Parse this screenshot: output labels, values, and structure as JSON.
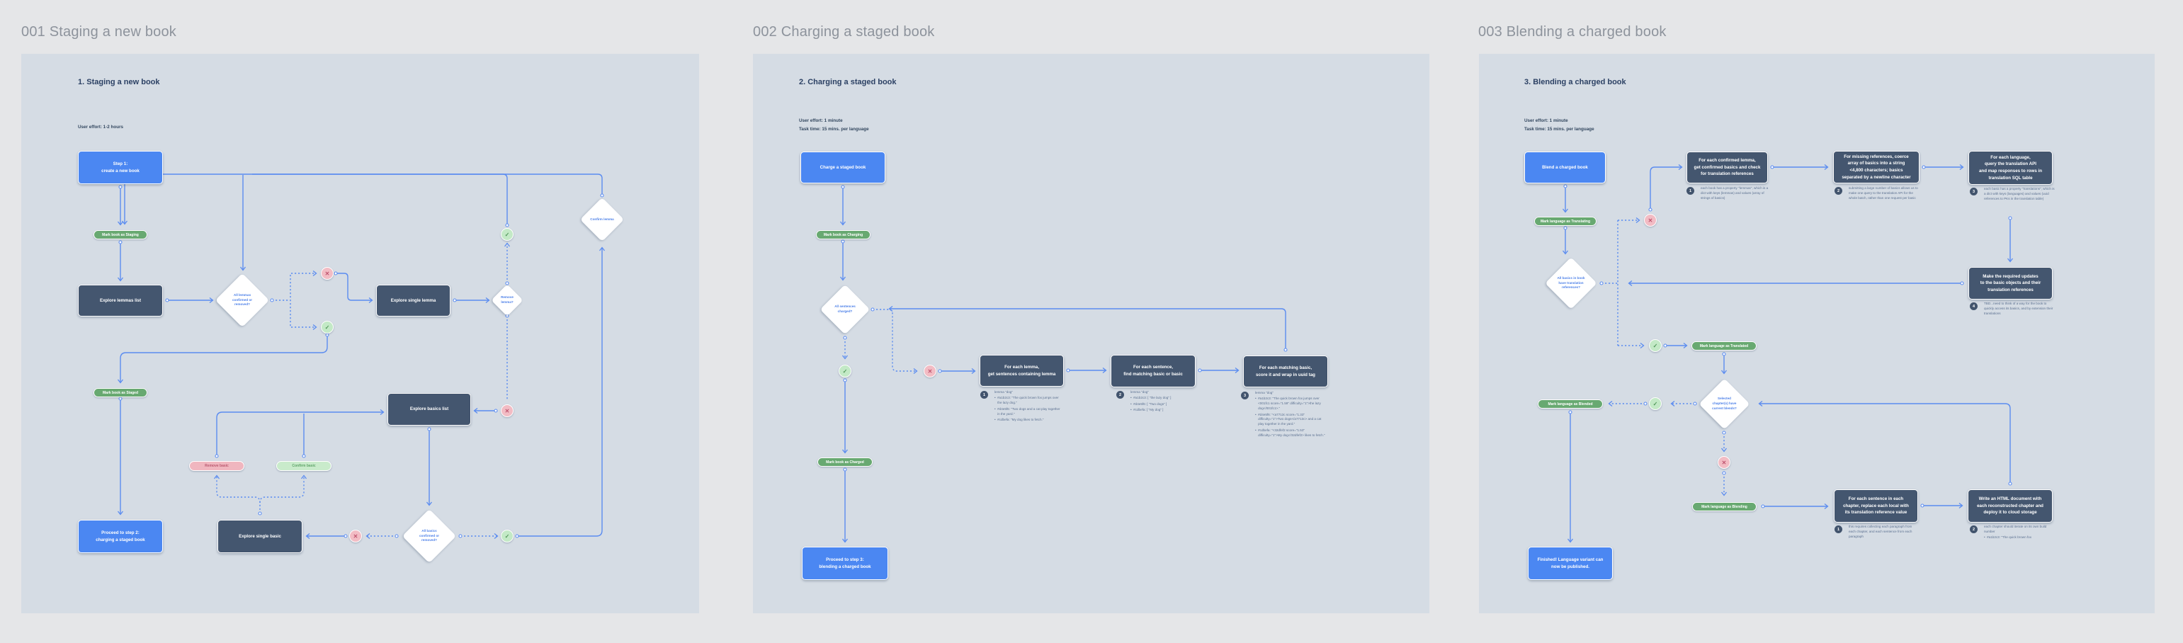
{
  "icons": {
    "check": "✓",
    "cross": "✕"
  },
  "colors": {
    "page_bg": "#e5e6e8",
    "canvas_bg": "#d5dce4",
    "accent_blue": "#4b87f2",
    "node_dark": "#44566f",
    "pill_green": "#68a971",
    "pill_pink": "#f0b6bf",
    "pill_lightgreen": "#c9ebcb",
    "connector_blue": "#5b8cf0",
    "diamond_text": "#4b7fe8",
    "fail_badge": "#f2bcc4",
    "pass_badge": "#c3e9c6",
    "title_gray": "#8d939c"
  },
  "sections": [
    {
      "title": "001 Staging a new book",
      "heading": "1. Staging a new book",
      "meta1": "User effort: 1-2 hours",
      "nodes": {
        "start": "Step 1:\ncreate a new book",
        "pill_staging": "Mark book as Staging",
        "explore_lemmas": "Explore lemmas list",
        "d_lemmas": "All lemmas\nconfirmed or\nremoved?",
        "explore_single_lemma": "Explore single lemma",
        "d_remove": "Remove\nlemma?",
        "d_confirm": "Confirm lemma",
        "explore_basics": "Explore basics list",
        "pill_staged": "Mark book as Staged",
        "pill_remove_basic": "Remove basic",
        "pill_confirm_basic": "Confirm basic",
        "explore_single_basic": "Explore single basic",
        "d_basics": "All basics\nconfirmed or\nremoved?",
        "proceed": "Proceed to step 2:\ncharging a staged book"
      }
    },
    {
      "title": "002 Charging a staged book",
      "heading": "2. Charging a staged book",
      "meta1": "User effort: 1 minute",
      "meta2": "Task time: 15 mins. per language",
      "nodes": {
        "start": "Charge a staged book",
        "pill_charging": "Mark book as Charging",
        "d_sentences": "All sentences\ncharged?",
        "box1": "For each lemma,\nget sentences containing lemma",
        "box2": "For each sentence,\nfind matching basic or basic",
        "box3": "For each matching basic,\nscore it and wrap in uuid tag",
        "pill_charged": "Mark book as Charged",
        "proceed": "Proceed to step 3:\nblending a charged book"
      },
      "notes": [
        {
          "num": "1",
          "intro": "lemma \"dog\"",
          "bullets": [
            "#a1b2c3: \"The quick brown fox jumps over the lazy dog.\"",
            "#d4e5f6: \"Two dogs and a cat play together in the yard.\"",
            "#cdbefa: \"My dog likes to fetch.\""
          ]
        },
        {
          "num": "2",
          "intro": "lemma \"dog\"",
          "bullets": [
            "#a1b2c3: [ \"the lazy dog\" ]",
            "#d4e5f6: [ \"Two dogs\" ]",
            "#cdbefa: [ \"My dog\" ]"
          ]
        },
        {
          "num": "3",
          "intro": "lemma \"dog\"",
          "bullets": [
            "#a1b2c3: \"The quick brown fox jumps over <001fc1 score=\"1.59\" difficulty=\"1\">the lazy dog</001fc1>.\"",
            "#d4e5f6: \"<a7713c score=\"1.33\" difficulty=\"1\">Two dogs</a7713c> and a cat play together in the yard.\"",
            "#cdbefa: \"<32dfef2 score=\"1.53\" difficulty=\"1\">My dog</32dfef2> likes to fetch.\""
          ]
        }
      ]
    },
    {
      "title": "003 Blending a charged book",
      "heading": "3. Blending a charged book",
      "meta1": "User effort: 1 minute",
      "meta2": "Task time: 15 mins. per language",
      "nodes": {
        "start": "Blend a charged book",
        "pill_translating": "Mark language as Translating",
        "d_refs": "All basics in book\nhave translation\nreferences?",
        "box1": "For each confirmed lemma,\nget confirmed basics and check\nfor translation references",
        "box2": "For missing references, coerce\narray of basics into a string\n<4,800 characters; basics\nseparated by a newline character",
        "box3": "For each language,\nquery the translation API\nand map responses to rows in\ntranslation SQL table",
        "box4": "Make the required updates\nto the basic objects and their\ntranslation references",
        "pill_translated": "Mark language as Translated",
        "d_blends": "Selected\nchapter(s) have\ncurrent blends?",
        "pill_blended": "Mark language as Blended",
        "pill_blending": "Mark language as Blending",
        "box5": "For each sentence in each\nchapter, replace each local with\nits translation reference value",
        "box6": "Write an HTML document with\neach reconstructed chapter and\ndeploy it to cloud storage",
        "finished": "Finished! Language variant can\nnow be published."
      },
      "notes": [
        {
          "num": "1",
          "intro": "each book has a property \"lemmas\", which is a dict with keys (lemmas) and values (array of strings of basics)",
          "bullets": []
        },
        {
          "num": "2",
          "intro": "submitting a large number of basics allows us to make one query to the translation API for the whole batch, rather than one request per basic",
          "bullets": []
        },
        {
          "num": "3",
          "intro": "each basic has a property \"translations\", which is a dict with keys (languages) and values (uuid references to PKs in the translation table)",
          "bullets": []
        },
        {
          "num": "4",
          "intro": "TBD...need to think of a way for the book to quickly access its basics, and by extension their translations",
          "bullets": []
        },
        {
          "num": "1",
          "intro": "this requires collecting each paragraph from each chapter, and each sentence from each paragraph",
          "bullets": []
        },
        {
          "num": "2",
          "intro": "each chapter should iterate on its own build number",
          "bullets": [
            "#a1b2c3: \"The quick brown fox"
          ]
        }
      ]
    }
  ]
}
